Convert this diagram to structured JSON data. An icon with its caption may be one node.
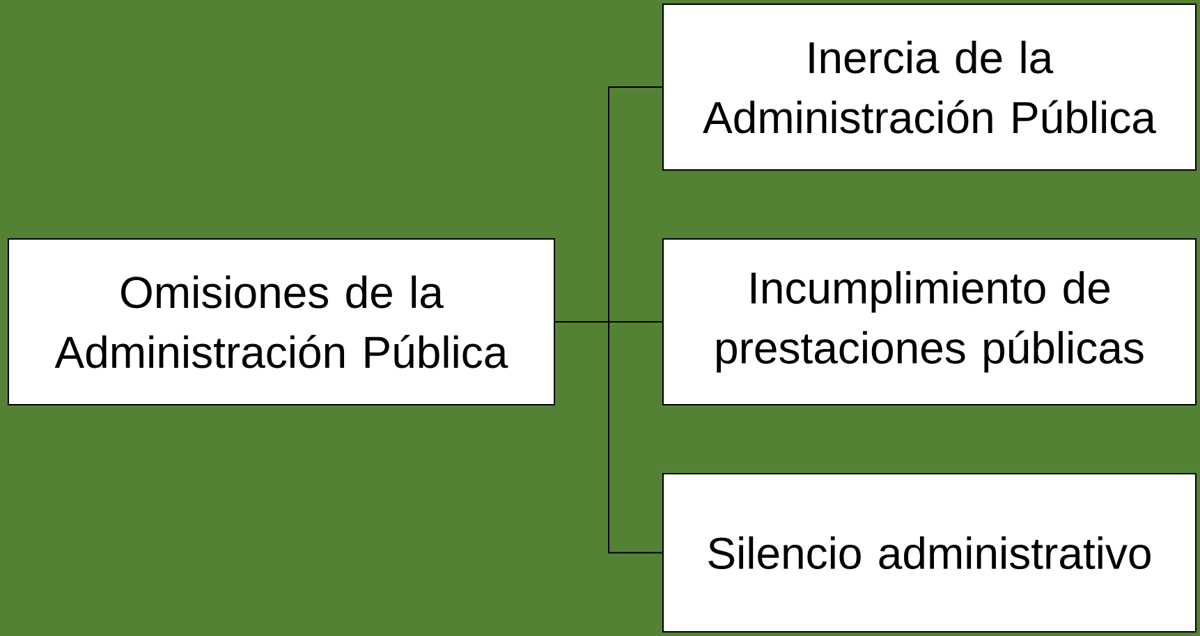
{
  "diagram": {
    "nodes": [
      {
        "text": [
          "Omisiones de la Administración Pública"
        ]
      },
      {
        "text": [
          "Inercia de la Administración Pública"
        ]
      },
      {
        "text": [
          "Incumplimiento de prestaciones públicas"
        ]
      },
      {
        "text": [
          "Silencio administrativo"
        ]
      }
    ],
    "edges": [
      {
        "from": 0,
        "to": 1,
        "arrow": "none"
      },
      {
        "from": 0,
        "to": 2,
        "arrow": "none"
      },
      {
        "from": 0,
        "to": 3,
        "arrow": "none"
      }
    ]
  }
}
